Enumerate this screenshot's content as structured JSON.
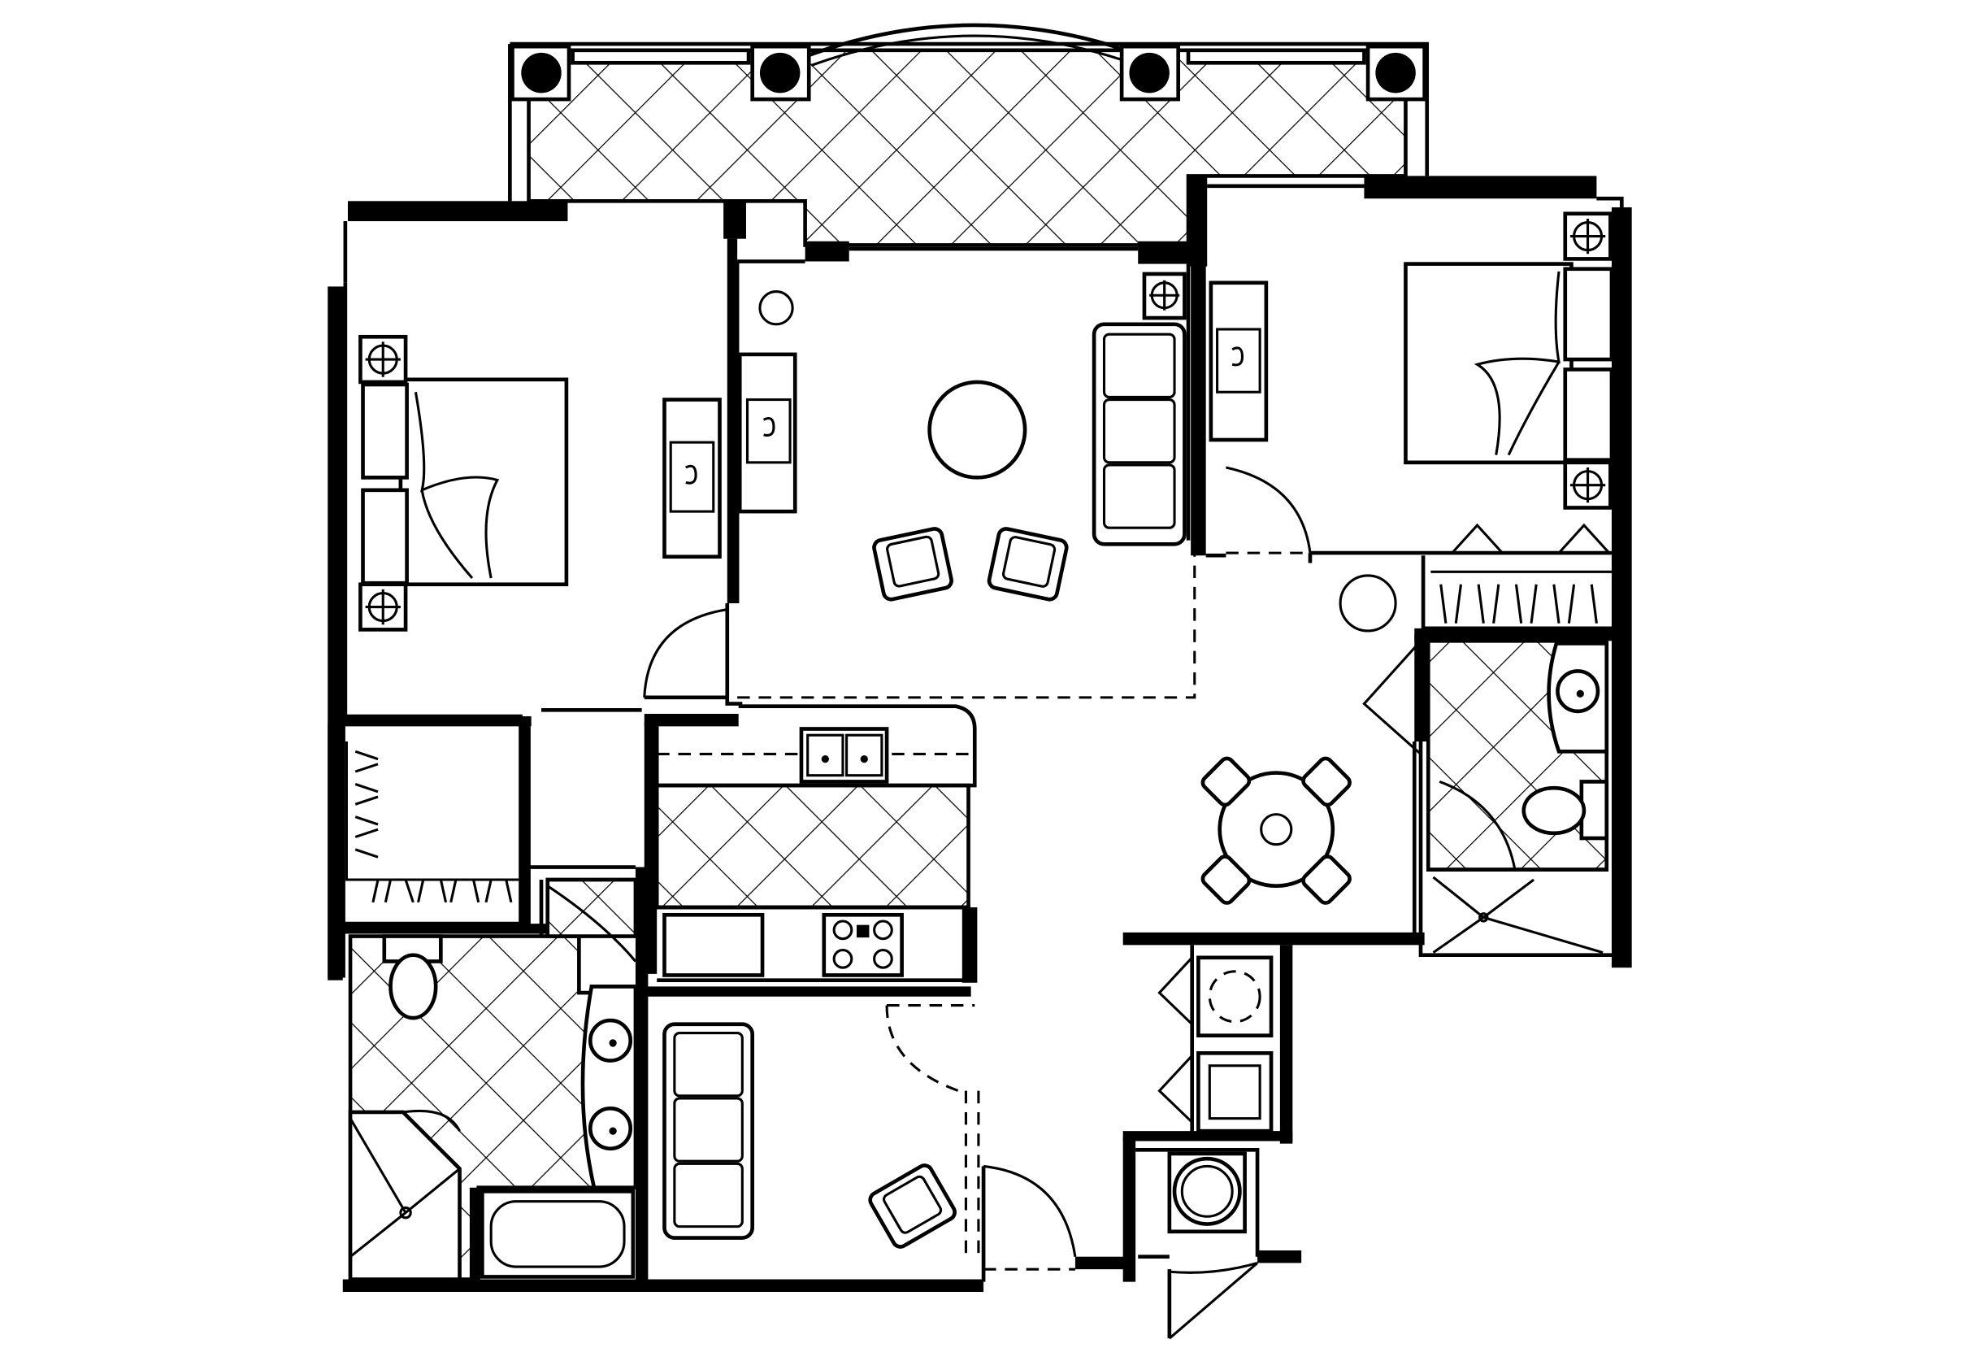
{
  "ink_color": "#000000",
  "paper_color": "#ffffff",
  "tile_pattern": "diagonal-lattice",
  "rooms": [
    "balcony",
    "bedroom-left",
    "living-room",
    "bedroom-right",
    "walk-in-closet",
    "bathroom-left",
    "kitchen",
    "dining-area",
    "bathroom-right",
    "den",
    "laundry-closet",
    "entry"
  ]
}
